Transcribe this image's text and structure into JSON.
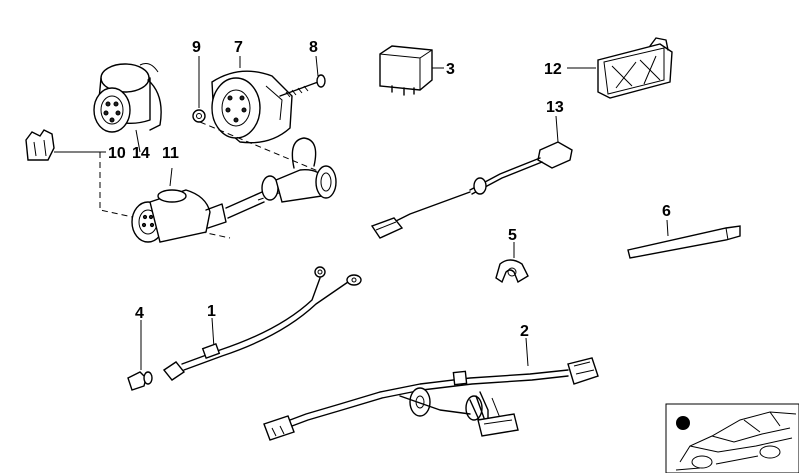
{
  "parts": [
    {
      "number": "1",
      "name": "cable"
    },
    {
      "number": "2",
      "name": "wiring-harness"
    },
    {
      "number": "3",
      "name": "relay"
    },
    {
      "number": "4",
      "name": "bulb"
    },
    {
      "number": "5",
      "name": "cable-clip"
    },
    {
      "number": "6",
      "name": "cable-tie"
    },
    {
      "number": "7",
      "name": "socket-housing"
    },
    {
      "number": "8",
      "name": "screw"
    },
    {
      "number": "9",
      "name": "nut"
    },
    {
      "number": "10",
      "name": "holder"
    },
    {
      "number": "11",
      "name": "adapter-cable"
    },
    {
      "number": "12",
      "name": "cover"
    },
    {
      "number": "13",
      "name": "connecting-cable"
    },
    {
      "number": "14",
      "name": "socket"
    }
  ],
  "car_silhouette_icon": "car-outline-icon",
  "accent_color": "#000000"
}
